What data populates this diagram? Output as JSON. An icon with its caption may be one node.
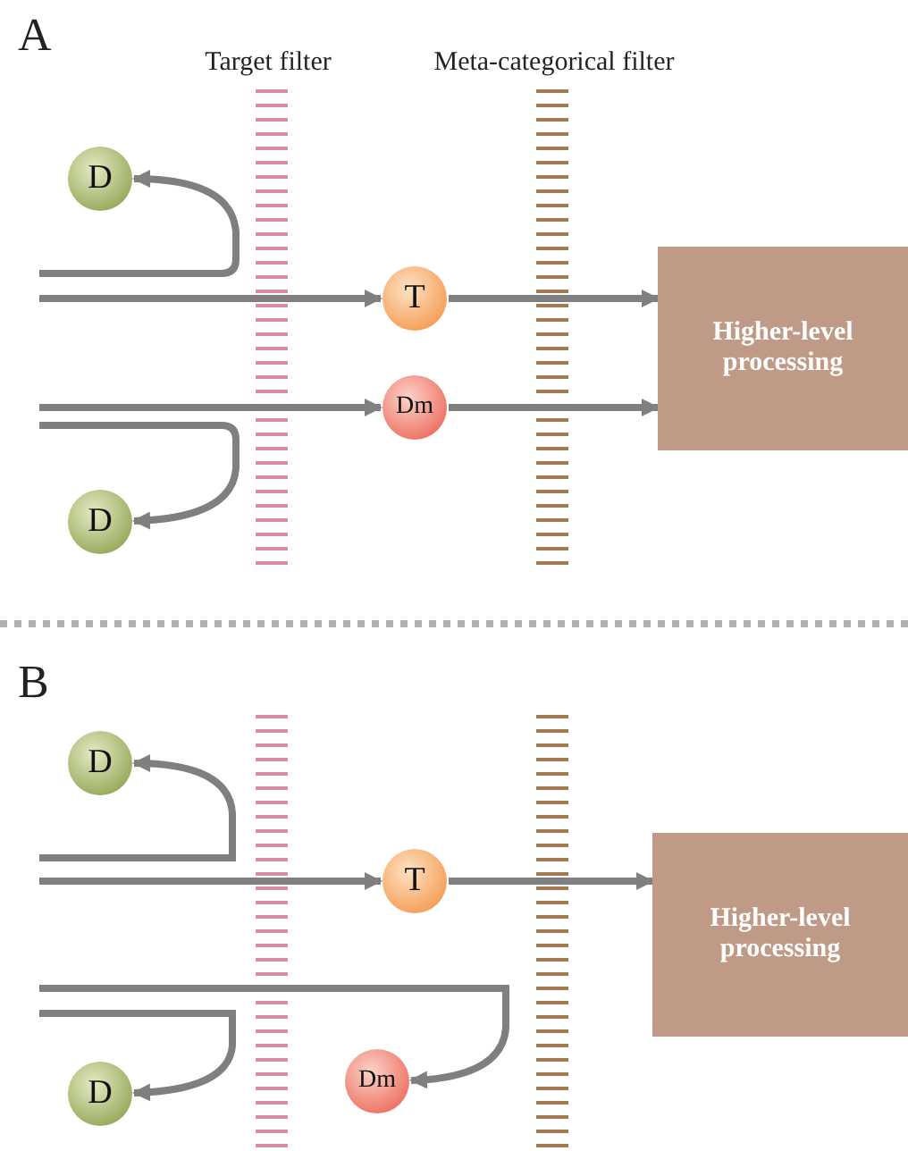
{
  "diagram": {
    "nodes": [
      {
        "text": [
          "D"
        ]
      },
      {
        "text": [
          "T"
        ]
      },
      {
        "text": [
          "Dm"
        ]
      },
      {
        "text": [
          "D"
        ]
      },
      {
        "text": [
          "Higher-level processing"
        ]
      },
      {
        "text": [
          "D"
        ]
      },
      {
        "text": [
          "T"
        ]
      },
      {
        "text": [
          "Higher-level processing"
        ]
      },
      {
        "text": [
          "D"
        ]
      },
      {
        "text": [
          "Dm"
        ]
      }
    ],
    "edges": [
      {
        "from": null,
        "to": 0,
        "arrow": "to"
      },
      {
        "from": null,
        "to": 1,
        "arrow": "to"
      },
      {
        "from": 1,
        "to": 4,
        "arrow": "to"
      },
      {
        "from": null,
        "to": 2,
        "arrow": "to"
      },
      {
        "from": 2,
        "to": 4,
        "arrow": "to"
      },
      {
        "from": null,
        "to": 3,
        "arrow": "to"
      },
      {
        "from": null,
        "to": 5,
        "arrow": "to"
      },
      {
        "from": null,
        "to": 6,
        "arrow": "to"
      },
      {
        "from": 6,
        "to": 7,
        "arrow": "to"
      },
      {
        "from": null,
        "to": 8,
        "arrow": "to"
      },
      {
        "from": null,
        "to": 9,
        "arrow": "to"
      }
    ],
    "labels": [
      "A",
      "Target filter",
      "Meta-categorical filter",
      "B"
    ]
  }
}
